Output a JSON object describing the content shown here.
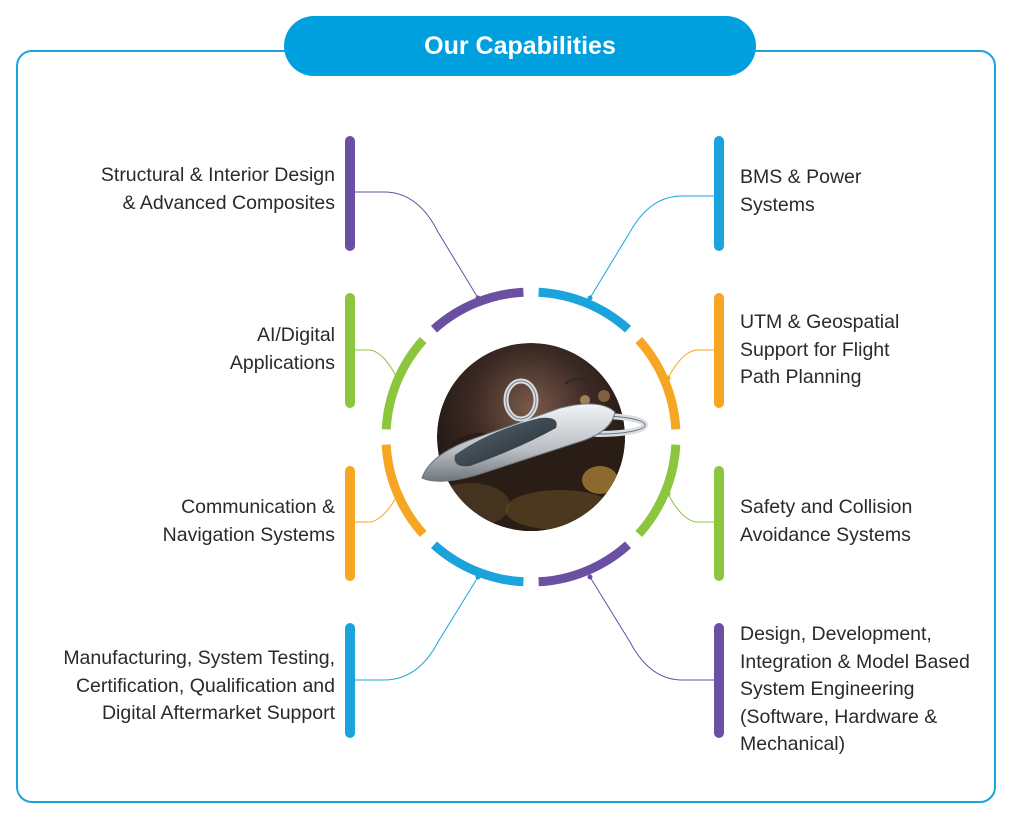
{
  "title": "Our Capabilities",
  "colors": {
    "blue": "#1ba3dc",
    "purple": "#6a4fa3",
    "green": "#8cc63f",
    "orange": "#f6a623",
    "title_bg": "#00a0de"
  },
  "center_image": "evtol-aircraft-image",
  "capabilities_left": [
    {
      "lines": [
        "Structural & Interior Design",
        "& Advanced Composites"
      ],
      "color": "purple"
    },
    {
      "lines": [
        "AI/Digital",
        "Applications"
      ],
      "color": "green"
    },
    {
      "lines": [
        "Communication &",
        "Navigation Systems"
      ],
      "color": "orange"
    },
    {
      "lines": [
        "Manufacturing, System Testing,",
        "Certification, Qualification and",
        "Digital Aftermarket Support"
      ],
      "color": "blue"
    }
  ],
  "capabilities_right": [
    {
      "lines": [
        "BMS & Power",
        "Systems"
      ],
      "color": "blue"
    },
    {
      "lines": [
        "UTM & Geospatial",
        "Support for Flight",
        "Path Planning"
      ],
      "color": "orange"
    },
    {
      "lines": [
        "Safety and Collision",
        "Avoidance Systems"
      ],
      "color": "green"
    },
    {
      "lines": [
        "Design, Development,",
        "Integration & Model Based",
        "System Engineering",
        "(Software, Hardware &",
        "Mechanical)"
      ],
      "color": "purple"
    }
  ]
}
